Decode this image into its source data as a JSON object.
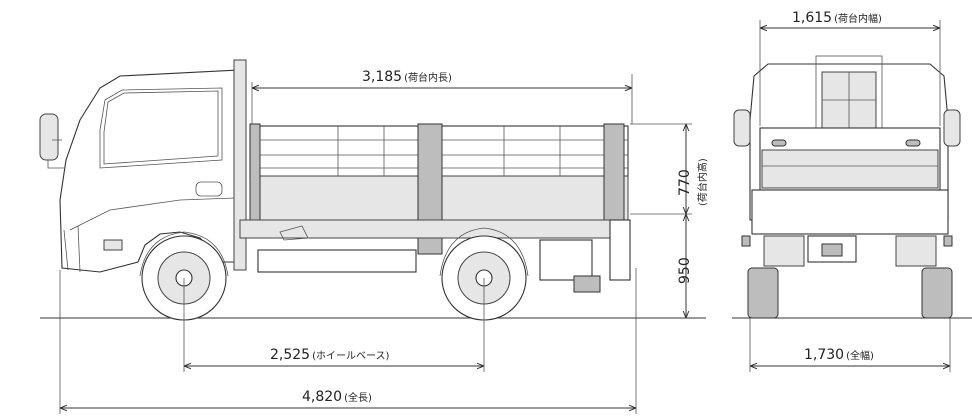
{
  "dimensions": {
    "deck_length": {
      "value": "3,185",
      "unit": "(荷台内長)"
    },
    "wheelbase": {
      "value": "2,525",
      "unit": "(ホイールベース)"
    },
    "overall_length": {
      "value": "4,820",
      "unit": "(全長)"
    },
    "side_height": {
      "value": "770",
      "unit": "(荷台内高)"
    },
    "deck_height": {
      "value": "950"
    },
    "deck_width": {
      "value": "1,615",
      "unit": "(荷台内幅)"
    },
    "overall_width": {
      "value": "1,730",
      "unit": "(全幅)"
    }
  },
  "colors": {
    "line": "#333333",
    "body": "#ffffff",
    "panel": "#e6e6e6"
  }
}
